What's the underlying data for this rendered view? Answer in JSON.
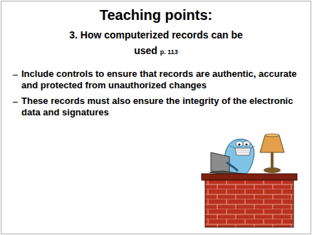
{
  "diagram": {
    "title": "Teaching points:",
    "labels": [
      "3. How computerized records can be used",
      "p. 113",
      "Include controls to ensure that records are authentic, accurate and protected from unauthorized changes",
      "These records must also ensure the integrity of the electronic data and signatures"
    ]
  }
}
